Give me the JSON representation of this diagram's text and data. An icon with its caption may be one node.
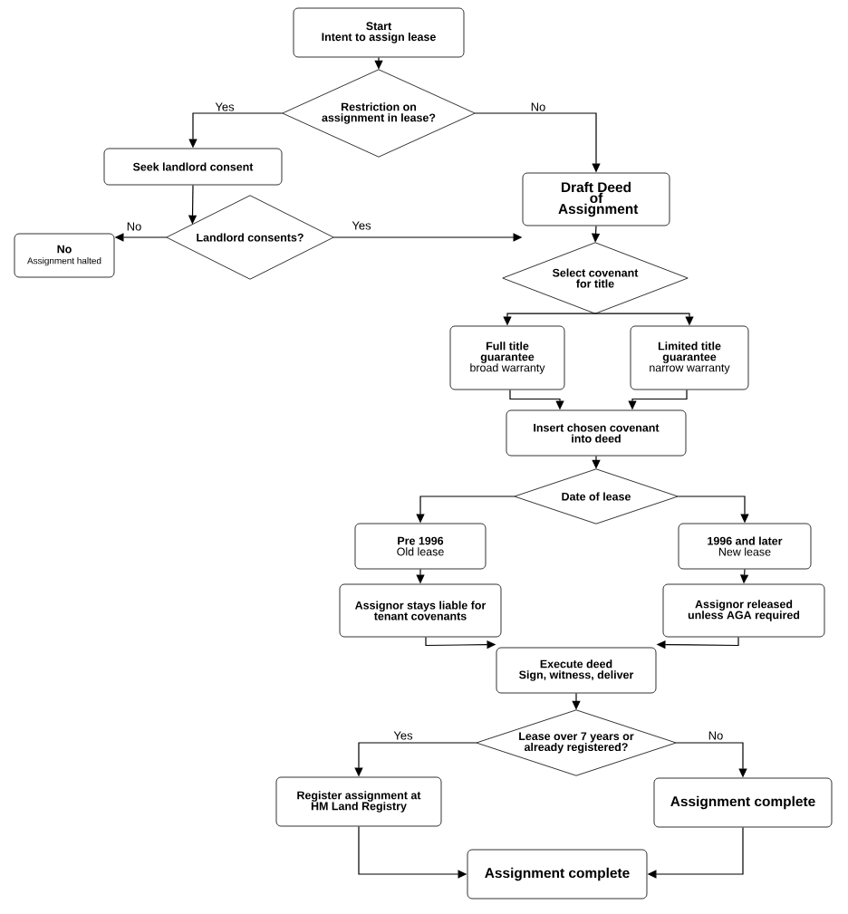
{
  "diagram": {
    "nodes": [
      {
        "text": [
          "Start",
          "Intent to assign lease"
        ]
      },
      {
        "text": [
          "Restriction on assignment in lease?"
        ]
      },
      {
        "text": [
          "Seek landlord consent"
        ]
      },
      {
        "text": [
          "Landlord consents?"
        ]
      },
      {
        "text": [
          "No",
          "Assignment halted"
        ]
      },
      {
        "text": [
          "Draft Deed of Assignment"
        ]
      },
      {
        "text": [
          "Select covenant for title"
        ]
      },
      {
        "text": [
          "Full title guarantee",
          "broad warranty"
        ]
      },
      {
        "text": [
          "Limited title guarantee",
          "narrow warranty"
        ]
      },
      {
        "text": [
          "Insert chosen covenant into deed"
        ]
      },
      {
        "text": [
          "Date of lease"
        ]
      },
      {
        "text": [
          "Pre 1996",
          "Old lease"
        ]
      },
      {
        "text": [
          "1996 and later",
          "New lease"
        ]
      },
      {
        "text": [
          "Assignor stays liable for tenant covenants"
        ]
      },
      {
        "text": [
          "Assignor released unless AGA required"
        ]
      },
      {
        "text": [
          "Execute deed",
          "Sign, witness, deliver"
        ]
      },
      {
        "text": [
          "Lease over 7 years or already registered?"
        ]
      },
      {
        "text": [
          "Register assignment at HM Land Registry"
        ]
      },
      {
        "text": [
          "Assignment complete"
        ]
      },
      {
        "text": [
          "Assignment complete"
        ]
      }
    ],
    "edges": [
      {
        "from": 0,
        "to": 1,
        "arrow": "to"
      },
      {
        "from": 1,
        "to": 2,
        "arrow": "to",
        "label": "Yes"
      },
      {
        "from": 1,
        "to": 5,
        "arrow": "to",
        "label": "No"
      },
      {
        "from": 2,
        "to": 3,
        "arrow": "to"
      },
      {
        "from": 3,
        "to": 4,
        "arrow": "to",
        "label": "No"
      },
      {
        "from": 3,
        "to": 5,
        "arrow": "to",
        "label": "Yes"
      },
      {
        "from": 5,
        "to": 6,
        "arrow": "to"
      },
      {
        "from": 6,
        "to": 7,
        "arrow": "to"
      },
      {
        "from": 6,
        "to": 8,
        "arrow": "to"
      },
      {
        "from": 7,
        "to": 9,
        "arrow": "to"
      },
      {
        "from": 8,
        "to": 9,
        "arrow": "to"
      },
      {
        "from": 9,
        "to": 10,
        "arrow": "to"
      },
      {
        "from": 10,
        "to": 11,
        "arrow": "to"
      },
      {
        "from": 10,
        "to": 12,
        "arrow": "to"
      },
      {
        "from": 11,
        "to": 13,
        "arrow": "to"
      },
      {
        "from": 12,
        "to": 14,
        "arrow": "to"
      },
      {
        "from": 13,
        "to": 15,
        "arrow": "to"
      },
      {
        "from": 14,
        "to": 15,
        "arrow": "to"
      },
      {
        "from": 15,
        "to": 16,
        "arrow": "to"
      },
      {
        "from": 16,
        "to": 17,
        "arrow": "to",
        "label": "Yes"
      },
      {
        "from": 16,
        "to": 18,
        "arrow": "to",
        "label": "No"
      },
      {
        "from": 17,
        "to": 19,
        "arrow": "to"
      },
      {
        "from": 18,
        "to": 19,
        "arrow": "to"
      }
    ]
  }
}
